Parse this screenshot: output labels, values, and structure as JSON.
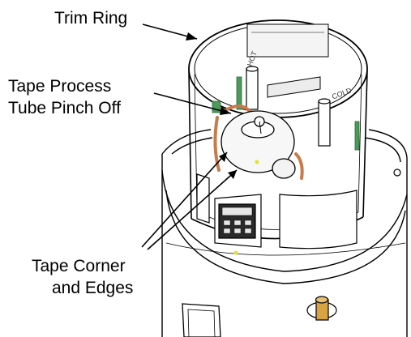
{
  "labels": {
    "trim_ring": "Trim Ring",
    "tape_process_line1": "Tape Process",
    "tape_process_line2": "Tube Pinch Off",
    "tape_corner_line1": "Tape Corner",
    "tape_corner_line2": "and Edges"
  },
  "component_text": {
    "hot": "HOT",
    "cold": "COLD"
  },
  "colors": {
    "line": "#000000",
    "copper": "#c77b4a",
    "green_board": "#4a9a5a",
    "highlight_yellow": "#e8e030",
    "brass": "#d8a340"
  }
}
